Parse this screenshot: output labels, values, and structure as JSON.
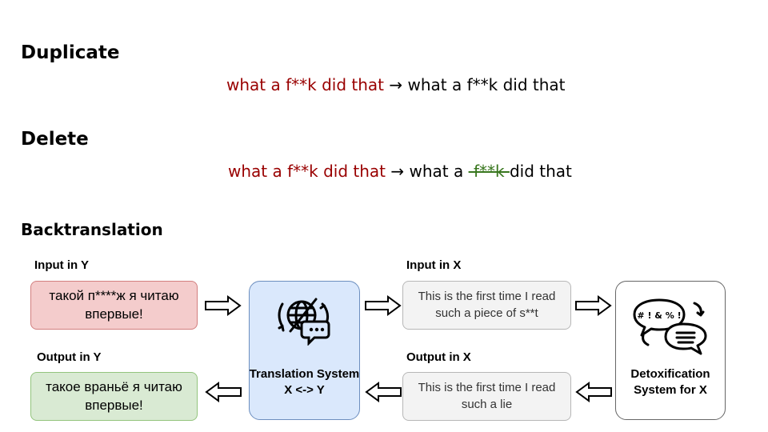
{
  "sections": {
    "duplicate": {
      "heading": "Duplicate",
      "source": "what a f**k did that",
      "arrow": "→",
      "target": "what a f**k did that"
    },
    "delete": {
      "heading": "Delete",
      "source": "what a f**k did that",
      "arrow": "→",
      "target_before": "what a ",
      "target_deleted": " f**k ",
      "target_after": "did that"
    },
    "backtranslation": {
      "heading": "Backtranslation"
    }
  },
  "diagram": {
    "input_y": {
      "label": "Input in Y",
      "text": "такой п****ж я читаю впервые!"
    },
    "output_y": {
      "label": "Output in Y",
      "text": "такое враньё я читаю впервые!"
    },
    "input_x": {
      "label": "Input in X",
      "text": "This is the first time I read such a piece of s**t"
    },
    "output_x": {
      "label": "Output in X",
      "text": "This is the first time I read such a lie"
    },
    "translation_system": {
      "label": "Translation System X <-> Y",
      "icon": "translate-globe-icon"
    },
    "detox_system": {
      "label": "Detoxification System for X",
      "icon": "speech-bubbles-icon",
      "icon_text": "# ! & % !"
    }
  },
  "colors": {
    "source_text": "#990000",
    "deleted_text": "#38761d",
    "input_y_fill": "#f4cccc",
    "output_y_fill": "#d9ead3",
    "x_box_fill": "#f3f3f3",
    "translation_fill": "#dae8fc"
  }
}
